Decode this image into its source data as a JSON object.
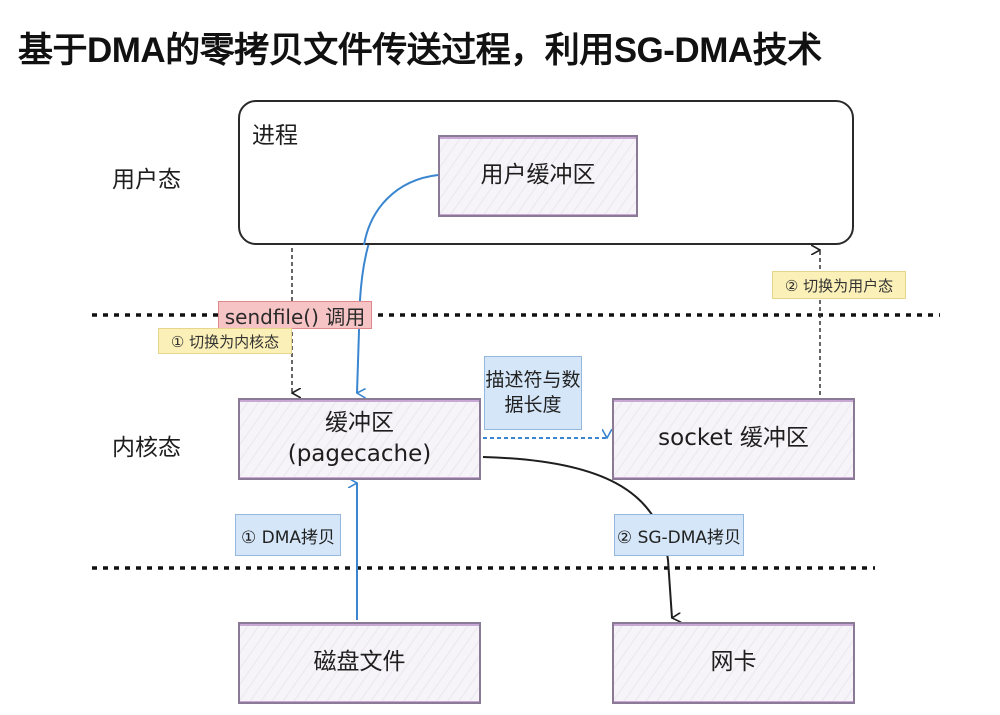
{
  "title": "基于DMA的零拷贝文件传送过程，利用SG-DMA技术",
  "zones": {
    "user_mode": "用户态",
    "kernel_mode": "内核态"
  },
  "process": {
    "label": "进程",
    "user_buffer": "用户缓冲区"
  },
  "kernel": {
    "page_cache_line1": "缓冲区",
    "page_cache_line2": "(pagecache)",
    "socket_buffer": "socket 缓冲区"
  },
  "hardware": {
    "disk_file": "磁盘文件",
    "nic": "网卡"
  },
  "annotations": {
    "sendfile_call": "sendfile() 调用",
    "switch_to_kernel": "① 切换为内核态",
    "switch_to_user": "② 切换为用户态",
    "descriptor_line1": "描述符与数",
    "descriptor_line2": "据长度",
    "dma_copy": "① DMA拷贝",
    "sg_dma_copy": "② SG-DMA拷贝"
  },
  "colors": {
    "box_border": "#8a7a96",
    "box_accent": "#c9a8d6",
    "pink_tag": "#f7c4c6",
    "yellow_tag": "#fbf0b8",
    "blue_tag": "#d4e6f8",
    "blue_arrow": "#3a86d0",
    "black_arrow": "#1e1e1e"
  }
}
